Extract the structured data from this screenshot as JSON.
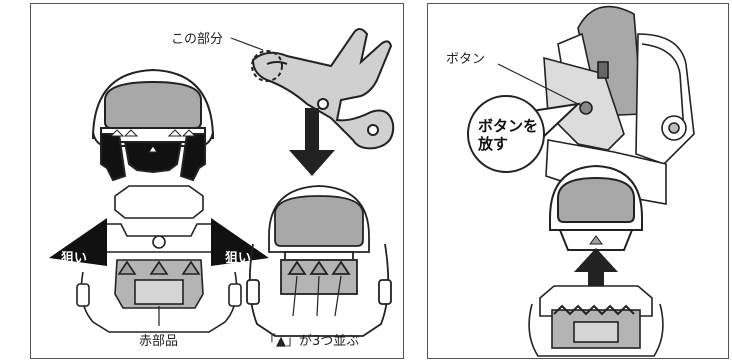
{
  "left_panel": {
    "callout_part": "この部分",
    "aim_left": "狙い",
    "aim_right": "狙い",
    "red_part": "赤部品",
    "triangles_note": "「▲」が3つ並ぶ"
  },
  "right_panel": {
    "button_label": "ボタン",
    "release_line1": "ボタンを",
    "release_line2": "放す"
  }
}
